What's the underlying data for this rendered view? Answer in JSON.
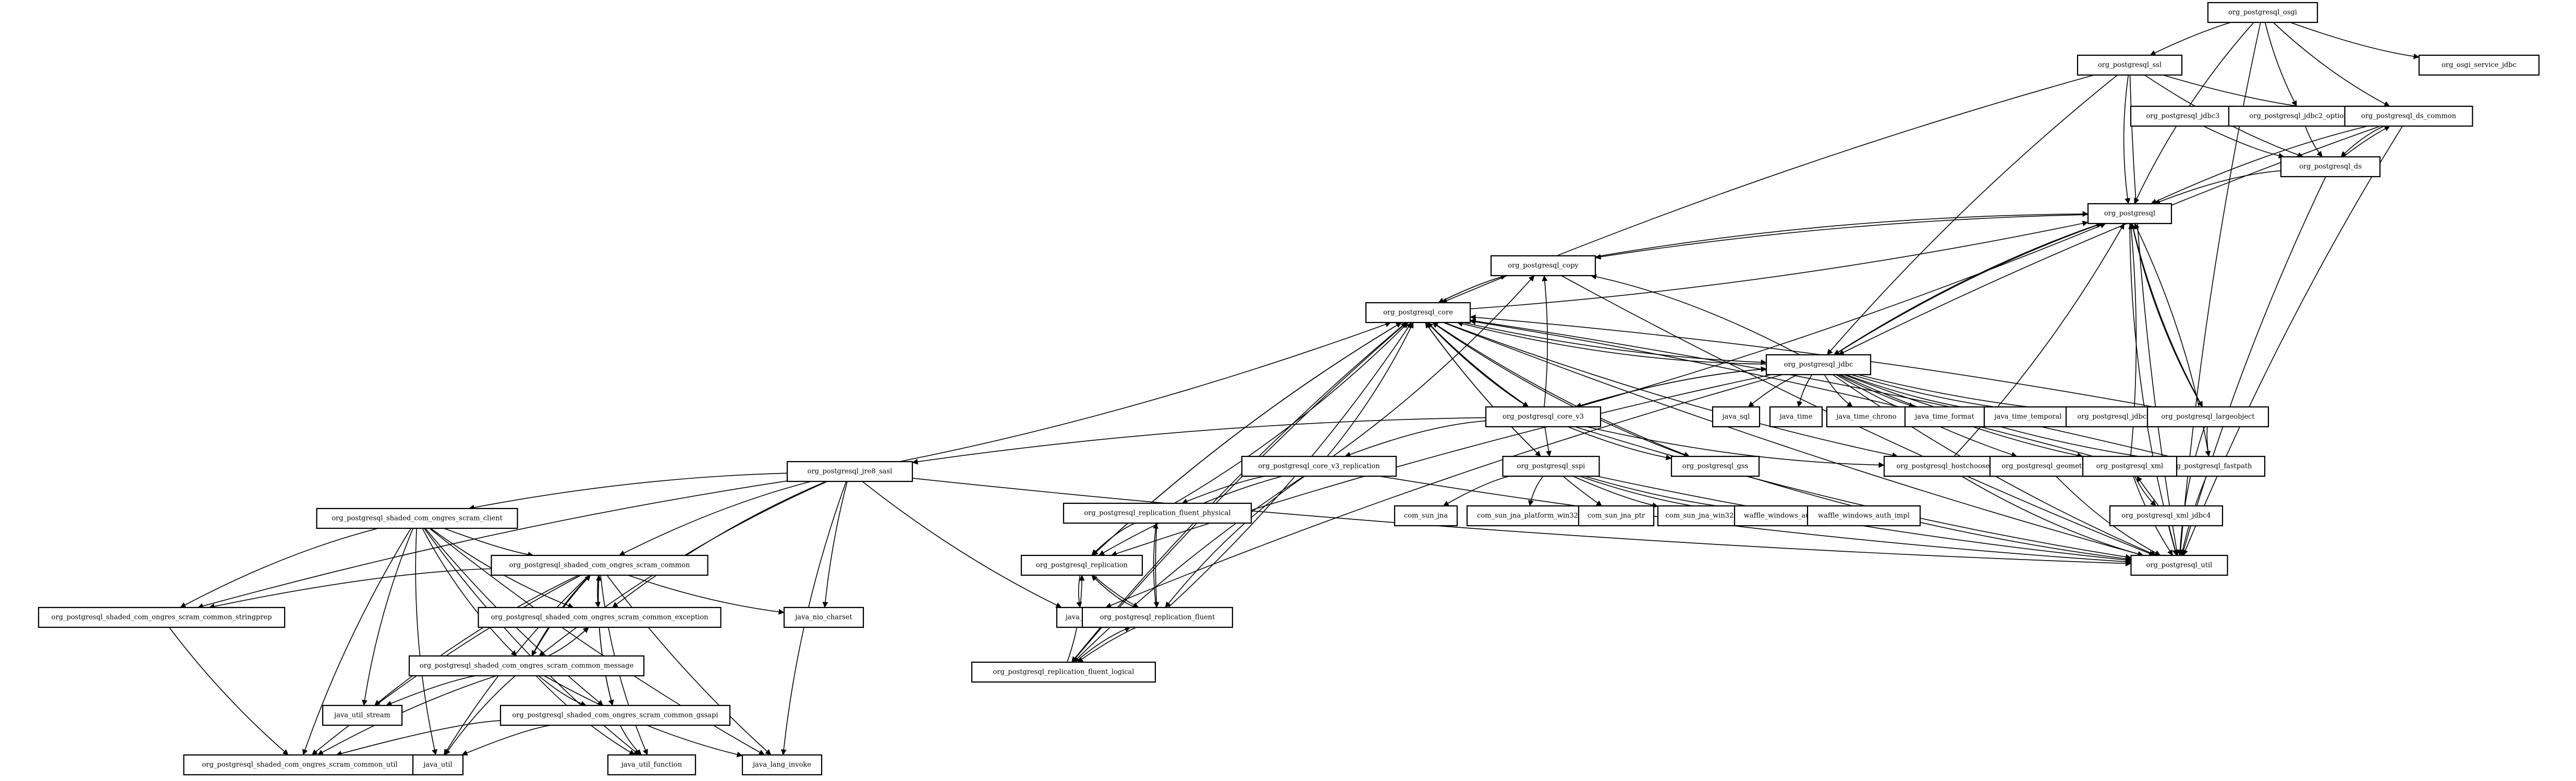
{
  "nodes": [
    {
      "id": "org_postgresql_osgi",
      "label": "org_postgresql_osgi"
    },
    {
      "id": "org_postgresql_ssl",
      "label": "org_postgresql_ssl"
    },
    {
      "id": "org_osgi_service_jdbc",
      "label": "org_osgi_service_jdbc"
    },
    {
      "id": "org_postgresql_jdbc3",
      "label": "org_postgresql_jdbc3"
    },
    {
      "id": "org_postgresql_jdbc2_optional",
      "label": "org_postgresql_jdbc2_optional"
    },
    {
      "id": "org_postgresql_ds_common",
      "label": "org_postgresql_ds_common"
    },
    {
      "id": "org_postgresql_ds",
      "label": "org_postgresql_ds"
    },
    {
      "id": "org_postgresql",
      "label": "org_postgresql"
    },
    {
      "id": "org_postgresql_copy",
      "label": "org_postgresql_copy"
    },
    {
      "id": "org_postgresql_core",
      "label": "org_postgresql_core"
    },
    {
      "id": "org_postgresql_jdbc",
      "label": "org_postgresql_jdbc"
    },
    {
      "id": "org_postgresql_core_v3",
      "label": "org_postgresql_core_v3"
    },
    {
      "id": "java_sql",
      "label": "java_sql"
    },
    {
      "id": "java_time",
      "label": "java_time"
    },
    {
      "id": "java_time_chrono",
      "label": "java_time_chrono"
    },
    {
      "id": "java_time_format",
      "label": "java_time_format"
    },
    {
      "id": "java_time_temporal",
      "label": "java_time_temporal"
    },
    {
      "id": "org_postgresql_jdbc2",
      "label": "org_postgresql_jdbc2"
    },
    {
      "id": "org_postgresql_largeobject",
      "label": "org_postgresql_largeobject"
    },
    {
      "id": "org_postgresql_hostchooser",
      "label": "org_postgresql_hostchooser"
    },
    {
      "id": "org_postgresql_fastpath",
      "label": "org_postgresql_fastpath"
    },
    {
      "id": "org_postgresql_core_v3_replication",
      "label": "org_postgresql_core_v3_replication"
    },
    {
      "id": "org_postgresql_sspi",
      "label": "org_postgresql_sspi"
    },
    {
      "id": "org_postgresql_gss",
      "label": "org_postgresql_gss"
    },
    {
      "id": "org_postgresql_geometric",
      "label": "org_postgresql_geometric"
    },
    {
      "id": "org_postgresql_xml",
      "label": "org_postgresql_xml"
    },
    {
      "id": "org_postgresql_xml_jdbc4",
      "label": "org_postgresql_xml_jdbc4"
    },
    {
      "id": "org_postgresql_util",
      "label": "org_postgresql_util"
    },
    {
      "id": "org_postgresql_jre8_sasl",
      "label": "org_postgresql_jre8_sasl"
    },
    {
      "id": "org_postgresql_replication_fluent_physical",
      "label": "org_postgresql_replication_fluent_physical"
    },
    {
      "id": "com_sun_jna",
      "label": "com_sun_jna"
    },
    {
      "id": "com_sun_jna_platform_win32",
      "label": "com_sun_jna_platform_win32"
    },
    {
      "id": "com_sun_jna_ptr",
      "label": "com_sun_jna_ptr"
    },
    {
      "id": "com_sun_jna_win32",
      "label": "com_sun_jna_win32"
    },
    {
      "id": "waffle_windows_auth",
      "label": "waffle_windows_auth"
    },
    {
      "id": "waffle_windows_auth_impl",
      "label": "waffle_windows_auth_impl"
    },
    {
      "id": "org_postgresql_shaded_com_ongres_scram_client",
      "label": "org_postgresql_shaded_com_ongres_scram_client"
    },
    {
      "id": "org_postgresql_replication",
      "label": "org_postgresql_replication"
    },
    {
      "id": "org_postgresql_shaded_com_ongres_scram_common",
      "label": "org_postgresql_shaded_com_ongres_scram_common"
    },
    {
      "id": "java_lang",
      "label": "java_lang"
    },
    {
      "id": "org_postgresql_shaded_com_ongres_scram_common_stringprep",
      "label": "org_postgresql_shaded_com_ongres_scram_common_stringprep"
    },
    {
      "id": "org_postgresql_shaded_com_ongres_scram_common_exception",
      "label": "org_postgresql_shaded_com_ongres_scram_common_exception"
    },
    {
      "id": "java_nio_charset",
      "label": "java_nio_charset"
    },
    {
      "id": "org_postgresql_replication_fluent",
      "label": "org_postgresql_replication_fluent"
    },
    {
      "id": "org_postgresql_shaded_com_ongres_scram_common_message",
      "label": "org_postgresql_shaded_com_ongres_scram_common_message"
    },
    {
      "id": "org_postgresql_replication_fluent_logical",
      "label": "org_postgresql_replication_fluent_logical"
    },
    {
      "id": "java_util_stream",
      "label": "java_util_stream"
    },
    {
      "id": "org_postgresql_shaded_com_ongres_scram_common_gssapi",
      "label": "org_postgresql_shaded_com_ongres_scram_common_gssapi"
    },
    {
      "id": "org_postgresql_shaded_com_ongres_scram_common_util",
      "label": "org_postgresql_shaded_com_ongres_scram_common_util"
    },
    {
      "id": "java_util",
      "label": "java_util"
    },
    {
      "id": "java_util_function",
      "label": "java_util_function"
    },
    {
      "id": "java_lang_invoke",
      "label": "java_lang_invoke"
    }
  ],
  "edges": [
    [
      "org_postgresql_osgi",
      "org_postgresql_ssl"
    ],
    [
      "org_postgresql_osgi",
      "org_osgi_service_jdbc"
    ],
    [
      "org_postgresql_osgi",
      "org_postgresql_jdbc2_optional"
    ],
    [
      "org_postgresql_osgi",
      "org_postgresql_ds_common"
    ],
    [
      "org_postgresql_osgi",
      "org_postgresql"
    ],
    [
      "org_postgresql_osgi",
      "org_postgresql_util"
    ],
    [
      "org_postgresql_ssl",
      "org_postgresql_ds_common"
    ],
    [
      "org_postgresql_ssl",
      "org_postgresql_ds"
    ],
    [
      "org_postgresql_ssl",
      "org_postgresql"
    ],
    [
      "org_postgresql_ssl",
      "org_postgresql_core"
    ],
    [
      "org_postgresql_ssl",
      "org_postgresql_util"
    ],
    [
      "org_postgresql_ssl",
      "org_postgresql_jdbc"
    ],
    [
      "org_postgresql_jdbc3",
      "org_postgresql_ds"
    ],
    [
      "org_postgresql_jdbc2_optional",
      "org_postgresql_ds"
    ],
    [
      "org_postgresql_ds_common",
      "org_postgresql_ds"
    ],
    [
      "org_postgresql_ds_common",
      "org_postgresql"
    ],
    [
      "org_postgresql_ds_common",
      "org_postgresql_jdbc"
    ],
    [
      "org_postgresql_ds_common",
      "org_postgresql_util"
    ],
    [
      "org_postgresql_ds",
      "org_postgresql_ds_common"
    ],
    [
      "org_postgresql_ds",
      "org_postgresql"
    ],
    [
      "org_postgresql_ds",
      "org_postgresql_util"
    ],
    [
      "org_postgresql",
      "org_postgresql_copy"
    ],
    [
      "org_postgresql",
      "org_postgresql_jdbc"
    ],
    [
      "org_postgresql",
      "org_postgresql_largeobject"
    ],
    [
      "org_postgresql",
      "org_postgresql_util"
    ],
    [
      "org_postgresql_copy",
      "org_postgresql"
    ],
    [
      "org_postgresql_copy",
      "org_postgresql_core"
    ],
    [
      "org_postgresql_copy",
      "org_postgresql_util"
    ],
    [
      "org_postgresql_core",
      "org_postgresql_copy"
    ],
    [
      "org_postgresql_core",
      "org_postgresql"
    ],
    [
      "org_postgresql_core",
      "org_postgresql_jdbc"
    ],
    [
      "org_postgresql_core",
      "org_postgresql_core_v3"
    ],
    [
      "org_postgresql_core",
      "org_postgresql_util"
    ],
    [
      "org_postgresql_core",
      "org_postgresql_replication"
    ],
    [
      "org_postgresql_core",
      "org_postgresql_replication_fluent_logical"
    ],
    [
      "org_postgresql_core",
      "org_postgresql_sspi"
    ],
    [
      "org_postgresql_core",
      "org_postgresql_gss"
    ],
    [
      "org_postgresql_core",
      "org_postgresql_hostchooser"
    ],
    [
      "org_postgresql_jdbc",
      "org_postgresql"
    ],
    [
      "org_postgresql_jdbc",
      "org_postgresql_copy"
    ],
    [
      "org_postgresql_jdbc",
      "org_postgresql_core"
    ],
    [
      "org_postgresql_jdbc",
      "org_postgresql_core_v3"
    ],
    [
      "org_postgresql_jdbc",
      "java_sql"
    ],
    [
      "org_postgresql_jdbc",
      "java_time"
    ],
    [
      "org_postgresql_jdbc",
      "java_time_chrono"
    ],
    [
      "org_postgresql_jdbc",
      "java_time_format"
    ],
    [
      "org_postgresql_jdbc",
      "java_time_temporal"
    ],
    [
      "org_postgresql_jdbc",
      "org_postgresql_jdbc2"
    ],
    [
      "org_postgresql_jdbc",
      "org_postgresql_largeobject"
    ],
    [
      "org_postgresql_jdbc",
      "org_postgresql_fastpath"
    ],
    [
      "org_postgresql_jdbc",
      "org_postgresql_geometric"
    ],
    [
      "org_postgresql_jdbc",
      "org_postgresql_xml"
    ],
    [
      "org_postgresql_jdbc",
      "org_postgresql_util"
    ],
    [
      "org_postgresql_jdbc",
      "org_postgresql_replication"
    ],
    [
      "org_postgresql_jdbc",
      "java_lang"
    ],
    [
      "org_postgresql_core_v3",
      "org_postgresql"
    ],
    [
      "org_postgresql_core_v3",
      "org_postgresql_copy"
    ],
    [
      "org_postgresql_core_v3",
      "org_postgresql_core"
    ],
    [
      "org_postgresql_core_v3",
      "org_postgresql_jdbc"
    ],
    [
      "org_postgresql_core_v3",
      "org_postgresql_core_v3_replication"
    ],
    [
      "org_postgresql_core_v3",
      "org_postgresql_sspi"
    ],
    [
      "org_postgresql_core_v3",
      "org_postgresql_gss"
    ],
    [
      "org_postgresql_core_v3",
      "org_postgresql_hostchooser"
    ],
    [
      "org_postgresql_core_v3",
      "org_postgresql_jre8_sasl"
    ],
    [
      "org_postgresql_core_v3",
      "org_postgresql_util"
    ],
    [
      "org_postgresql_largeobject",
      "org_postgresql"
    ],
    [
      "org_postgresql_largeobject",
      "org_postgresql_core"
    ],
    [
      "org_postgresql_largeobject",
      "org_postgresql_fastpath"
    ],
    [
      "org_postgresql_largeobject",
      "org_postgresql_util"
    ],
    [
      "org_postgresql_fastpath",
      "org_postgresql"
    ],
    [
      "org_postgresql_fastpath",
      "org_postgresql_core"
    ],
    [
      "org_postgresql_fastpath",
      "org_postgresql_util"
    ],
    [
      "org_postgresql_hostchooser",
      "org_postgresql"
    ],
    [
      "org_postgresql_hostchooser",
      "org_postgresql_util"
    ],
    [
      "org_postgresql_geometric",
      "org_postgresql_util"
    ],
    [
      "org_postgresql_xml",
      "org_postgresql"
    ],
    [
      "org_postgresql_xml",
      "org_postgresql_core"
    ],
    [
      "org_postgresql_xml",
      "org_postgresql_util"
    ],
    [
      "org_postgresql_xml",
      "org_postgresql_xml_jdbc4"
    ],
    [
      "org_postgresql_xml_jdbc4",
      "org_postgresql_xml"
    ],
    [
      "org_postgresql_xml_jdbc4",
      "org_postgresql_util"
    ],
    [
      "org_postgresql_core_v3_replication",
      "org_postgresql_copy"
    ],
    [
      "org_postgresql_core_v3_replication",
      "org_postgresql_core"
    ],
    [
      "org_postgresql_core_v3_replication",
      "org_postgresql_replication"
    ],
    [
      "org_postgresql_core_v3_replication",
      "org_postgresql_replication_fluent"
    ],
    [
      "org_postgresql_core_v3_replication",
      "org_postgresql_replication_fluent_logical"
    ],
    [
      "org_postgresql_core_v3_replication",
      "org_postgresql_replication_fluent_physical"
    ],
    [
      "org_postgresql_core_v3_replication",
      "org_postgresql_util"
    ],
    [
      "org_postgresql_sspi",
      "com_sun_jna"
    ],
    [
      "org_postgresql_sspi",
      "com_sun_jna_platform_win32"
    ],
    [
      "org_postgresql_sspi",
      "com_sun_jna_ptr"
    ],
    [
      "org_postgresql_sspi",
      "com_sun_jna_win32"
    ],
    [
      "org_postgresql_sspi",
      "waffle_windows_auth"
    ],
    [
      "org_postgresql_sspi",
      "waffle_windows_auth_impl"
    ],
    [
      "org_postgresql_sspi",
      "org_postgresql_core"
    ],
    [
      "org_postgresql_sspi",
      "org_postgresql_util"
    ],
    [
      "org_postgresql_gss",
      "org_postgresql_core"
    ],
    [
      "org_postgresql_gss",
      "org_postgresql_util"
    ],
    [
      "org_postgresql_jre8_sasl",
      "org_postgresql_core"
    ],
    [
      "org_postgresql_jre8_sasl",
      "org_postgresql_util"
    ],
    [
      "org_postgresql_jre8_sasl",
      "org_postgresql_shaded_com_ongres_scram_client"
    ],
    [
      "org_postgresql_jre8_sasl",
      "org_postgresql_shaded_com_ongres_scram_common"
    ],
    [
      "org_postgresql_jre8_sasl",
      "org_postgresql_shaded_com_ongres_scram_common_stringprep"
    ],
    [
      "org_postgresql_jre8_sasl",
      "org_postgresql_shaded_com_ongres_scram_common_exception"
    ],
    [
      "org_postgresql_jre8_sasl",
      "org_postgresql_shaded_com_ongres_scram_common_message"
    ],
    [
      "org_postgresql_jre8_sasl",
      "java_nio_charset"
    ],
    [
      "org_postgresql_jre8_sasl",
      "java_lang"
    ],
    [
      "org_postgresql_jre8_sasl",
      "java_lang_invoke"
    ],
    [
      "org_postgresql_replication_fluent_physical",
      "org_postgresql_core"
    ],
    [
      "org_postgresql_replication_fluent_physical",
      "org_postgresql_replication"
    ],
    [
      "org_postgresql_replication_fluent_physical",
      "org_postgresql_replication_fluent"
    ],
    [
      "org_postgresql_replication",
      "org_postgresql_core"
    ],
    [
      "org_postgresql_replication",
      "org_postgresql_replication_fluent"
    ],
    [
      "org_postgresql_replication",
      "java_lang"
    ],
    [
      "org_postgresql_replication_fluent",
      "org_postgresql_core"
    ],
    [
      "org_postgresql_replication_fluent",
      "org_postgresql_replication"
    ],
    [
      "org_postgresql_replication_fluent",
      "org_postgresql_replication_fluent_logical"
    ],
    [
      "org_postgresql_replication_fluent",
      "org_postgresql_replication_fluent_physical"
    ],
    [
      "org_postgresql_replication_fluent_logical",
      "org_postgresql_core"
    ],
    [
      "org_postgresql_replication_fluent_logical",
      "org_postgresql_replication"
    ],
    [
      "org_postgresql_replication_fluent_logical",
      "org_postgresql_replication_fluent"
    ],
    [
      "org_postgresql_shaded_com_ongres_scram_client",
      "org_postgresql_shaded_com_ongres_scram_common"
    ],
    [
      "org_postgresql_shaded_com_ongres_scram_client",
      "org_postgresql_shaded_com_ongres_scram_common_stringprep"
    ],
    [
      "org_postgresql_shaded_com_ongres_scram_client",
      "org_postgresql_shaded_com_ongres_scram_common_exception"
    ],
    [
      "org_postgresql_shaded_com_ongres_scram_client",
      "org_postgresql_shaded_com_ongres_scram_common_message"
    ],
    [
      "org_postgresql_shaded_com_ongres_scram_client",
      "org_postgresql_shaded_com_ongres_scram_common_gssapi"
    ],
    [
      "org_postgresql_shaded_com_ongres_scram_client",
      "org_postgresql_shaded_com_ongres_scram_common_util"
    ],
    [
      "org_postgresql_shaded_com_ongres_scram_client",
      "java_util_stream"
    ],
    [
      "org_postgresql_shaded_com_ongres_scram_client",
      "java_util"
    ],
    [
      "org_postgresql_shaded_com_ongres_scram_client",
      "java_util_function"
    ],
    [
      "org_postgresql_shaded_com_ongres_scram_client",
      "java_lang_invoke"
    ],
    [
      "org_postgresql_shaded_com_ongres_scram_common",
      "org_postgresql_shaded_com_ongres_scram_common_stringprep"
    ],
    [
      "org_postgresql_shaded_com_ongres_scram_common",
      "org_postgresql_shaded_com_ongres_scram_common_exception"
    ],
    [
      "org_postgresql_shaded_com_ongres_scram_common",
      "org_postgresql_shaded_com_ongres_scram_common_message"
    ],
    [
      "org_postgresql_shaded_com_ongres_scram_common",
      "org_postgresql_shaded_com_ongres_scram_common_gssapi"
    ],
    [
      "org_postgresql_shaded_com_ongres_scram_common",
      "org_postgresql_shaded_com_ongres_scram_common_util"
    ],
    [
      "org_postgresql_shaded_com_ongres_scram_common",
      "java_nio_charset"
    ],
    [
      "org_postgresql_shaded_com_ongres_scram_common",
      "java_util_stream"
    ],
    [
      "org_postgresql_shaded_com_ongres_scram_common",
      "java_util"
    ],
    [
      "org_postgresql_shaded_com_ongres_scram_common",
      "java_util_function"
    ],
    [
      "org_postgresql_shaded_com_ongres_scram_common",
      "java_lang_invoke"
    ],
    [
      "org_postgresql_shaded_com_ongres_scram_common_stringprep",
      "org_postgresql_shaded_com_ongres_scram_common_util"
    ],
    [
      "org_postgresql_shaded_com_ongres_scram_common_message",
      "org_postgresql_shaded_com_ongres_scram_common"
    ],
    [
      "org_postgresql_shaded_com_ongres_scram_common_message",
      "org_postgresql_shaded_com_ongres_scram_common_exception"
    ],
    [
      "org_postgresql_shaded_com_ongres_scram_common_message",
      "org_postgresql_shaded_com_ongres_scram_common_gssapi"
    ],
    [
      "org_postgresql_shaded_com_ongres_scram_common_message",
      "org_postgresql_shaded_com_ongres_scram_common_util"
    ],
    [
      "org_postgresql_shaded_com_ongres_scram_common_message",
      "java_util_stream"
    ],
    [
      "org_postgresql_shaded_com_ongres_scram_common_message",
      "java_util"
    ],
    [
      "org_postgresql_shaded_com_ongres_scram_common_message",
      "java_util_function"
    ],
    [
      "org_postgresql_shaded_com_ongres_scram_common_message",
      "java_lang_invoke"
    ],
    [
      "org_postgresql_shaded_com_ongres_scram_common_gssapi",
      "org_postgresql_shaded_com_ongres_scram_common"
    ],
    [
      "org_postgresql_shaded_com_ongres_scram_common_gssapi",
      "org_postgresql_shaded_com_ongres_scram_common_util"
    ],
    [
      "org_postgresql_shaded_com_ongres_scram_common_gssapi",
      "java_util"
    ],
    [
      "org_postgresql_shaded_com_ongres_scram_common_gssapi",
      "java_util_function"
    ]
  ]
}
